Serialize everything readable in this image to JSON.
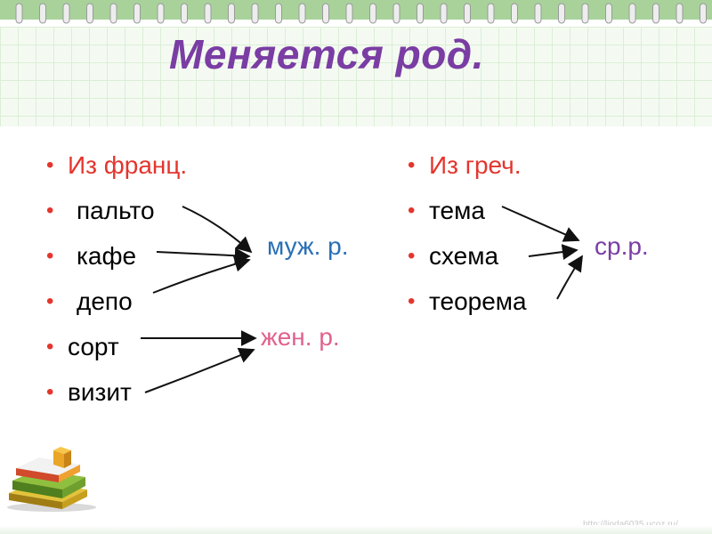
{
  "slide": {
    "title": "Меняется род.",
    "left_column": {
      "items": [
        {
          "text": "Из франц.",
          "highlight": true
        },
        {
          "text": "пальто",
          "highlight": false
        },
        {
          "text": "кафе",
          "highlight": false
        },
        {
          "text": "депо",
          "highlight": false
        },
        {
          "text": "сорт",
          "highlight": false
        },
        {
          "text": "визит",
          "highlight": false
        }
      ],
      "masculine_label": "муж. р.",
      "feminine_label": "жен. р."
    },
    "right_column": {
      "items": [
        {
          "text": "Из греч.",
          "highlight": true
        },
        {
          "text": "тема",
          "highlight": false
        },
        {
          "text": "схема",
          "highlight": false
        },
        {
          "text": "теорема",
          "highlight": false
        }
      ],
      "neuter_label": "ср.р."
    },
    "bullet_glyph": "•",
    "watermark": "http://linda6035.ucoz.ru/",
    "colors": {
      "title": "#7a3da3",
      "highlight": "#e4352e",
      "masculine": "#2a6fb6",
      "feminine": "#e0628e",
      "neuter": "#7a3da3",
      "band": "#a8d29a"
    }
  }
}
